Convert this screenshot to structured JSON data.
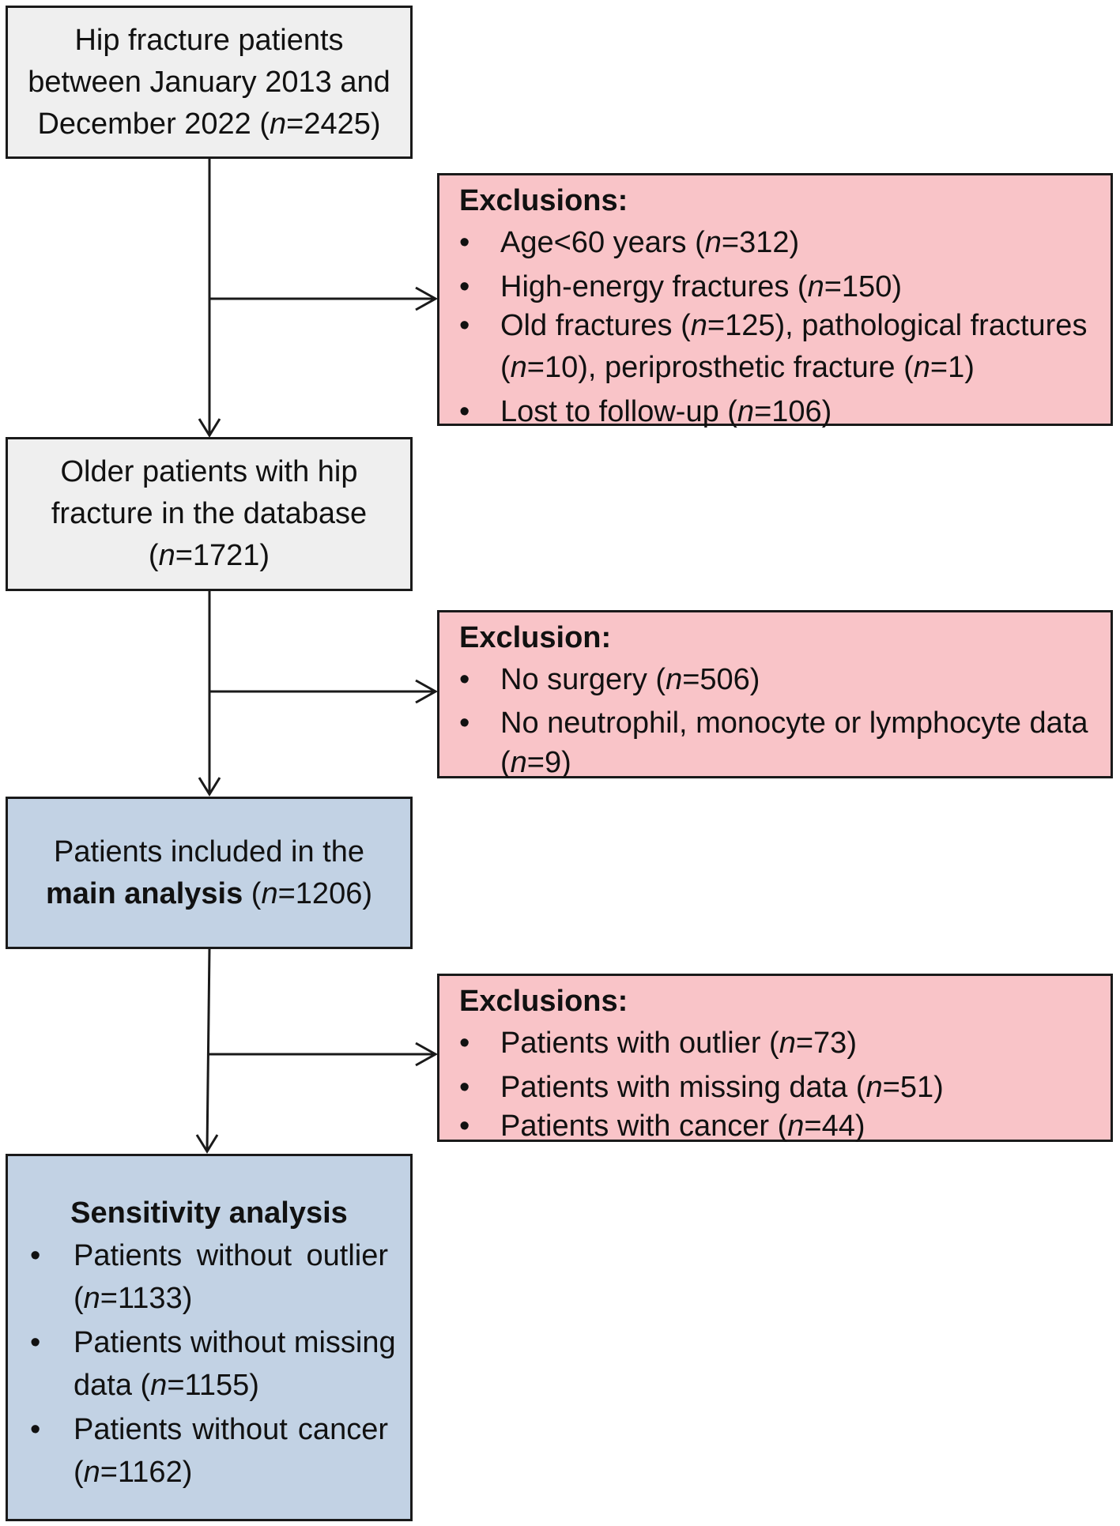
{
  "boxes": {
    "start": {
      "lines": [
        "Hip fracture patients",
        "between January 2013 and",
        "December 2022 ("
      ],
      "n_label": "n",
      "n_value": "=2425)"
    },
    "exclusions1": {
      "title": "Exclusions:",
      "items": [
        {
          "text": "Age<60 years (",
          "n_label": "n",
          "n_value": "=312)"
        },
        {
          "text": "High-energy fractures (",
          "n_label": "n",
          "n_value": "=150)"
        },
        {
          "text": "Old fractures (",
          "n_label": "n",
          "n_value": "=125), pathological fractures",
          "line2_pre": "(",
          "line2_n_label": "n",
          "line2_mid": "=10), periprosthetic fracture (",
          "line2_n2_label": "n",
          "line2_end": "=1)"
        },
        {
          "text": "Lost to follow-up (",
          "n_label": "n",
          "n_value": "=106)"
        }
      ]
    },
    "database": {
      "lines": [
        "Older patients with hip",
        "fracture in the database"
      ],
      "line3_pre": "(",
      "n_label": "n",
      "n_value": "=1721)"
    },
    "exclusion2": {
      "title": "Exclusion:",
      "items": [
        {
          "text": "No surgery (",
          "n_label": "n",
          "n_value": "=506)"
        },
        {
          "text": "No neutrophil, monocyte or lymphocyte data",
          "line2_pre": "(",
          "line2_n_label": "n",
          "line2_end": "=9)"
        }
      ]
    },
    "main": {
      "line1": "Patients included in the",
      "bold": "main analysis",
      "mid": " (",
      "n_label": "n",
      "n_value": "=1206)"
    },
    "exclusions3": {
      "title": "Exclusions:",
      "items": [
        {
          "text": "Patients with outlier (",
          "n_label": "n",
          "n_value": "=73)"
        },
        {
          "text": "Patients with missing data (",
          "n_label": "n",
          "n_value": "=51)"
        },
        {
          "text": "Patients with cancer (",
          "n_label": "n",
          "n_value": "=44)"
        }
      ]
    },
    "sensitivity": {
      "title": "Sensitivity analysis",
      "items": [
        {
          "first": "Patients without outlier",
          "rest_pre": "(",
          "n_label": "n",
          "rest_end": "=1133)"
        },
        {
          "first": "Patients without missing",
          "rest_pre": "data (",
          "n_label": "n",
          "rest_end": "=1155)"
        },
        {
          "first": "Patients without cancer",
          "rest_pre": "(",
          "n_label": "n",
          "rest_end": "=1162)"
        }
      ]
    }
  },
  "bullet": "•",
  "colors": {
    "grey_box": "#efefef",
    "pink_box": "#f9c4c8",
    "blue_box": "#c2d2e4",
    "border": "#1a1a1a"
  }
}
